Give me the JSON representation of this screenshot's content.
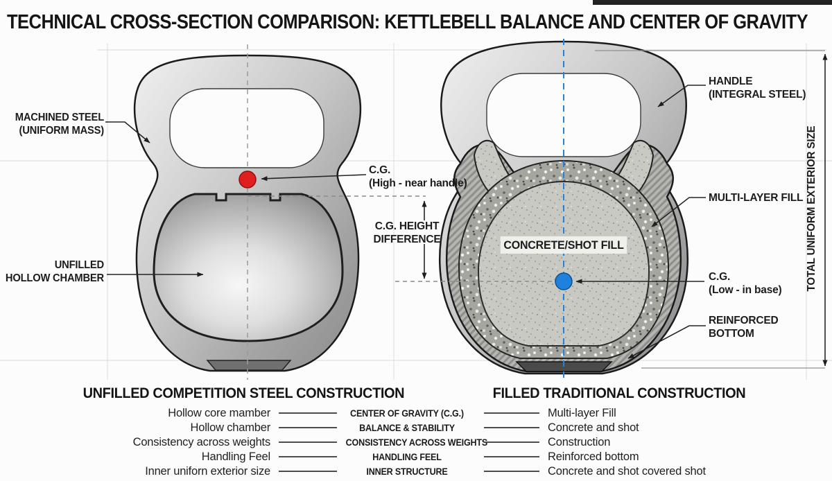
{
  "title": "TECHNICAL CROSS-SECTION COMPARISON: KETTLEBELL BALANCE AND CENTER OF GRAVITY",
  "colors": {
    "cg_high_marker": "#e01f1f",
    "cg_low_marker": "#1e82dd",
    "left_centerline": "#9b9b9b",
    "right_centerline": "#2e7fd0",
    "ink": "#1c1c1c"
  },
  "callouts": {
    "machined_steel": [
      "MACHINED STEEL",
      "(UNIFORM MASS)"
    ],
    "unfilled_chamber": [
      "UNFILLED",
      "HOLLOW CHAMBER"
    ],
    "cg_high": [
      "C.G.",
      "(High - near handle)"
    ],
    "cg_diff": [
      "C.G. HEIGHT",
      "DIFFERENCE"
    ],
    "handle": [
      "HANDLE",
      "(INTEGRAL STEEL)"
    ],
    "multi_layer": "MULTI-LAYER FILL",
    "concrete_fill": "CONCRETE/SHOT FILL",
    "cg_low": [
      "C.G.",
      "(Low - in base)"
    ],
    "reinforced": [
      "REINFORCED",
      "BOTTOM"
    ],
    "total_size": "TOTAL UNIFORM EXTERIOR SIZE"
  },
  "comparison": {
    "left_header": "UNFILLED COMPETITION STEEL CONSTRUCTION",
    "right_header": "FILLED TRADITIONAL CONSTRUCTION",
    "rows": [
      {
        "left": "Hollow core mamber",
        "center": "CENTER OF GRAVITY (C.G.)",
        "right": "Multi-layer Fill"
      },
      {
        "left": "Hollow chamber",
        "center": "BALANCE & STABILITY",
        "right": "Concrete and shot"
      },
      {
        "left": "Consistency across weights",
        "center": "CONSISTENCY ACROSS WEIGHTS",
        "right": "Construction"
      },
      {
        "left": "Handling Feel",
        "center": "HANDLING FEEL",
        "right": "Reinforced bottom"
      },
      {
        "left": "Inner uniforn exterior size",
        "center": "INNER STRUCTURE",
        "right": "Concrete and shot covered shot"
      }
    ]
  }
}
